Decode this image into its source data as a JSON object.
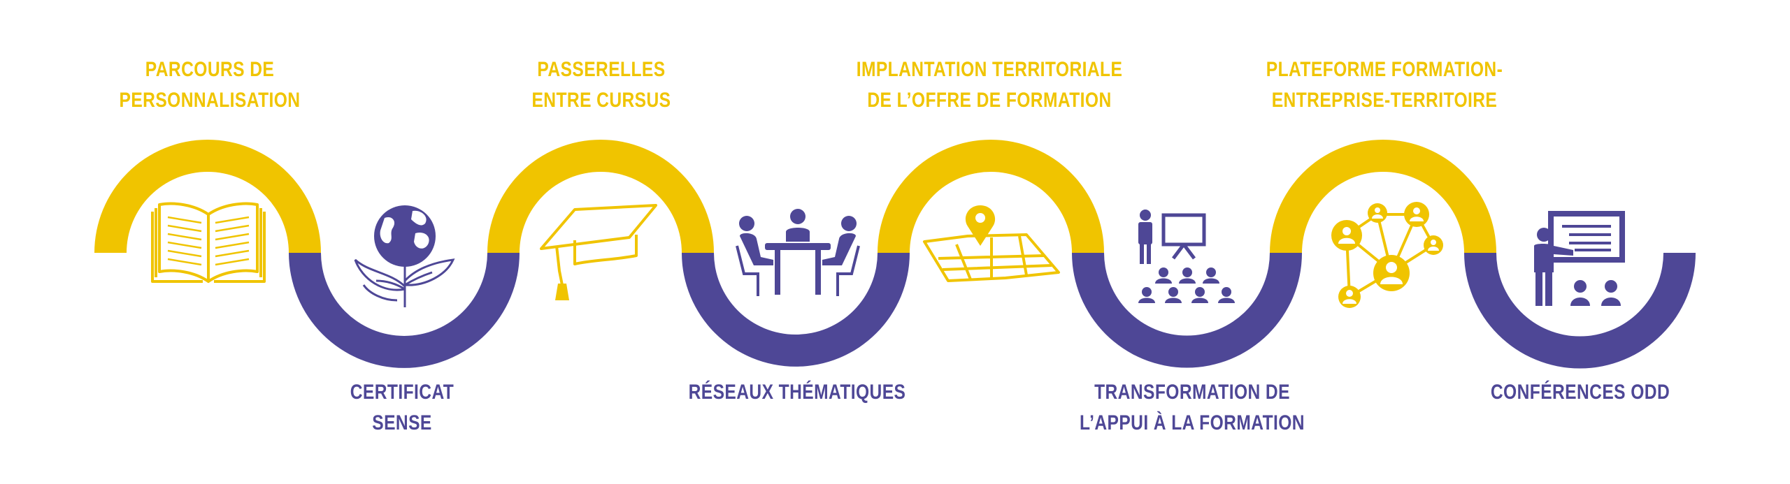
{
  "colors": {
    "yellow": "#f0c400",
    "purple": "#4e4796",
    "background": "#ffffff"
  },
  "steps": [
    {
      "lines": [
        "PARCOURS DE",
        "PERSONNALISATION"
      ],
      "position": "top",
      "icon": "open-book-icon"
    },
    {
      "lines": [
        "CERTIFICAT",
        "SENSE"
      ],
      "position": "bottom",
      "icon": "globe-plant-icon"
    },
    {
      "lines": [
        "PASSERELLES",
        "ENTRE CURSUS"
      ],
      "position": "top",
      "icon": "graduation-cap-icon"
    },
    {
      "lines": [
        "RÉSEAUX THÉMATIQUES"
      ],
      "position": "bottom",
      "icon": "meeting-table-icon"
    },
    {
      "lines": [
        "IMPLANTATION TERRITORIALE",
        "DE L’OFFRE DE FORMATION"
      ],
      "position": "top",
      "icon": "map-pin-icon"
    },
    {
      "lines": [
        "TRANSFORMATION DE",
        "L’APPUI À LA FORMATION"
      ],
      "position": "bottom",
      "icon": "presentation-audience-icon"
    },
    {
      "lines": [
        "PLATEFORME FORMATION-",
        "ENTREPRISE-TERRITOIRE"
      ],
      "position": "top",
      "icon": "network-people-icon"
    },
    {
      "lines": [
        "CONFÉRENCES ODD"
      ],
      "position": "bottom",
      "icon": "teacher-board-icon"
    }
  ]
}
